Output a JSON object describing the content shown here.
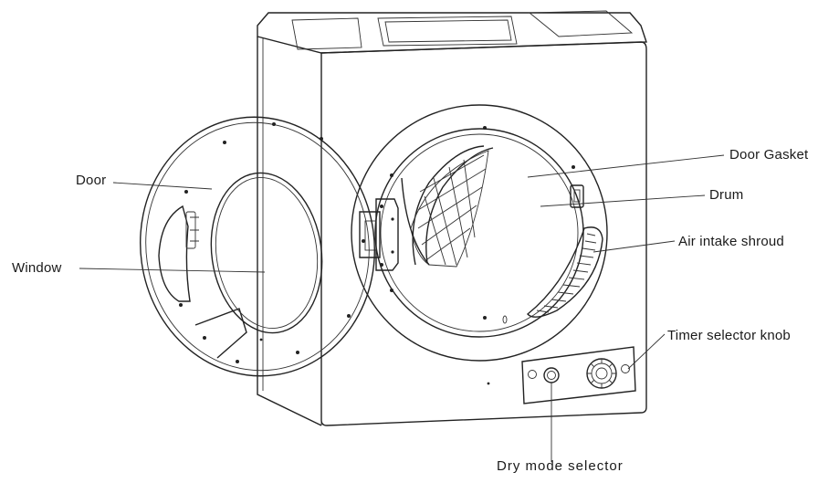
{
  "labels": {
    "door": "Door",
    "window": "Window",
    "door_gasket": "Door Gasket",
    "drum": "Drum",
    "air_intake_shroud": "Air intake shroud",
    "timer_selector_knob": "Timer selector knob",
    "dry_mode_selector": "Dry mode selector"
  },
  "colors": {
    "line": "#222222",
    "text": "#1a1a1a",
    "background": "#ffffff"
  }
}
